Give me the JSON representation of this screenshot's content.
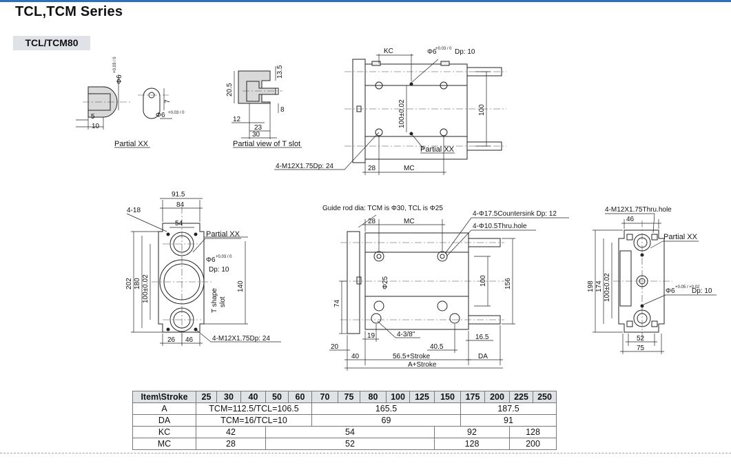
{
  "header": {
    "title": "TCL,TCM Series",
    "model": "TCL/TCM80"
  },
  "views": {
    "partial_xx": {
      "caption": "Partial XX",
      "dims": {
        "phi_v": "Φ6",
        "tol": "+0.03 / 0",
        "d7": "7",
        "d5": "5",
        "d10": "10",
        "phi_h": "Φ6"
      }
    },
    "t_slot": {
      "caption": "Partial view of T slot",
      "dims": {
        "d13_5": "13.5",
        "d20_5": "20.5",
        "d8": "8",
        "d12": "12",
        "d23": "23",
        "d30": "30"
      }
    },
    "top": {
      "labels": {
        "kc": "KC",
        "pin": "Φ6",
        "pin_tol": "+0.03 / 0",
        "pin_dp": "Dp: 10",
        "d100": "100",
        "d100tol": "100±0.02",
        "partial": "Partial XX",
        "thread": "4-M12X1.75Dp: 24",
        "d28": "28",
        "mc": "MC"
      }
    },
    "front": {
      "labels": {
        "d91_5": "91.5",
        "d84": "84",
        "holes": "4-18",
        "d54": "54",
        "partial": "Partial XX",
        "pin": "Φ6",
        "pin_tol": "+0.03 / 0",
        "pin_dp": "Dp: 10",
        "d202": "202",
        "d180": "180",
        "d100tol": "100±0.02",
        "d140": "140",
        "tslot_1": "T shape",
        "tslot_2": "slot",
        "d26": "26",
        "d46": "46",
        "thread": "4-M12X1.75Dp: 24"
      }
    },
    "side": {
      "labels": {
        "guide": "Guide rod dia: TCM is Φ30, TCL is Φ25",
        "cs": "4-Φ17.5Countersink Dp: 12",
        "thru": "4-Φ10.5Thru.hole",
        "d28": "28",
        "mc": "MC",
        "phi25": "Φ25",
        "d100": "100",
        "d156": "156",
        "d74": "74",
        "d19": "19",
        "port": "4-3/8\"",
        "d40_5": "40.5",
        "d16_5": "16.5",
        "d20": "20",
        "d40": "40",
        "stroke1": "56.5+Stroke",
        "da": "DA",
        "stroke2": "A+Stroke"
      }
    },
    "rear": {
      "labels": {
        "thread": "4-M12X1.75Thru.hole",
        "d46": "46",
        "partial": "Partial XX",
        "d198": "198",
        "d174": "174",
        "d100tol": "100±0.02",
        "pin": "Φ6",
        "pin_tol": "+0.05 / +0.02",
        "pin_dp": "Dp: 10",
        "d52": "52",
        "d75": "75"
      }
    }
  },
  "table": {
    "header_item": "Item\\Stroke",
    "strokes": [
      "25",
      "30",
      "40",
      "50",
      "60",
      "70",
      "75",
      "80",
      "100",
      "125",
      "150",
      "175",
      "200",
      "225",
      "250"
    ],
    "rows": [
      {
        "item": "A",
        "cells": [
          {
            "span": 5,
            "v": "TCM=112.5/TCL=106.5"
          },
          {
            "span": 6,
            "v": "165.5"
          },
          {
            "span": 4,
            "v": "187.5"
          }
        ]
      },
      {
        "item": "DA",
        "cells": [
          {
            "span": 5,
            "v": "TCM=16/TCL=10"
          },
          {
            "span": 6,
            "v": "69"
          },
          {
            "span": 4,
            "v": "91"
          }
        ]
      },
      {
        "item": "KC",
        "cells": [
          {
            "span": 3,
            "v": "42"
          },
          {
            "span": 7,
            "v": "54"
          },
          {
            "span": 3,
            "v": "92"
          },
          {
            "span": 2,
            "v": "128"
          }
        ]
      },
      {
        "item": "MC",
        "cells": [
          {
            "span": 3,
            "v": "28"
          },
          {
            "span": 7,
            "v": "52"
          },
          {
            "span": 3,
            "v": "128"
          },
          {
            "span": 2,
            "v": "200"
          }
        ]
      }
    ]
  }
}
